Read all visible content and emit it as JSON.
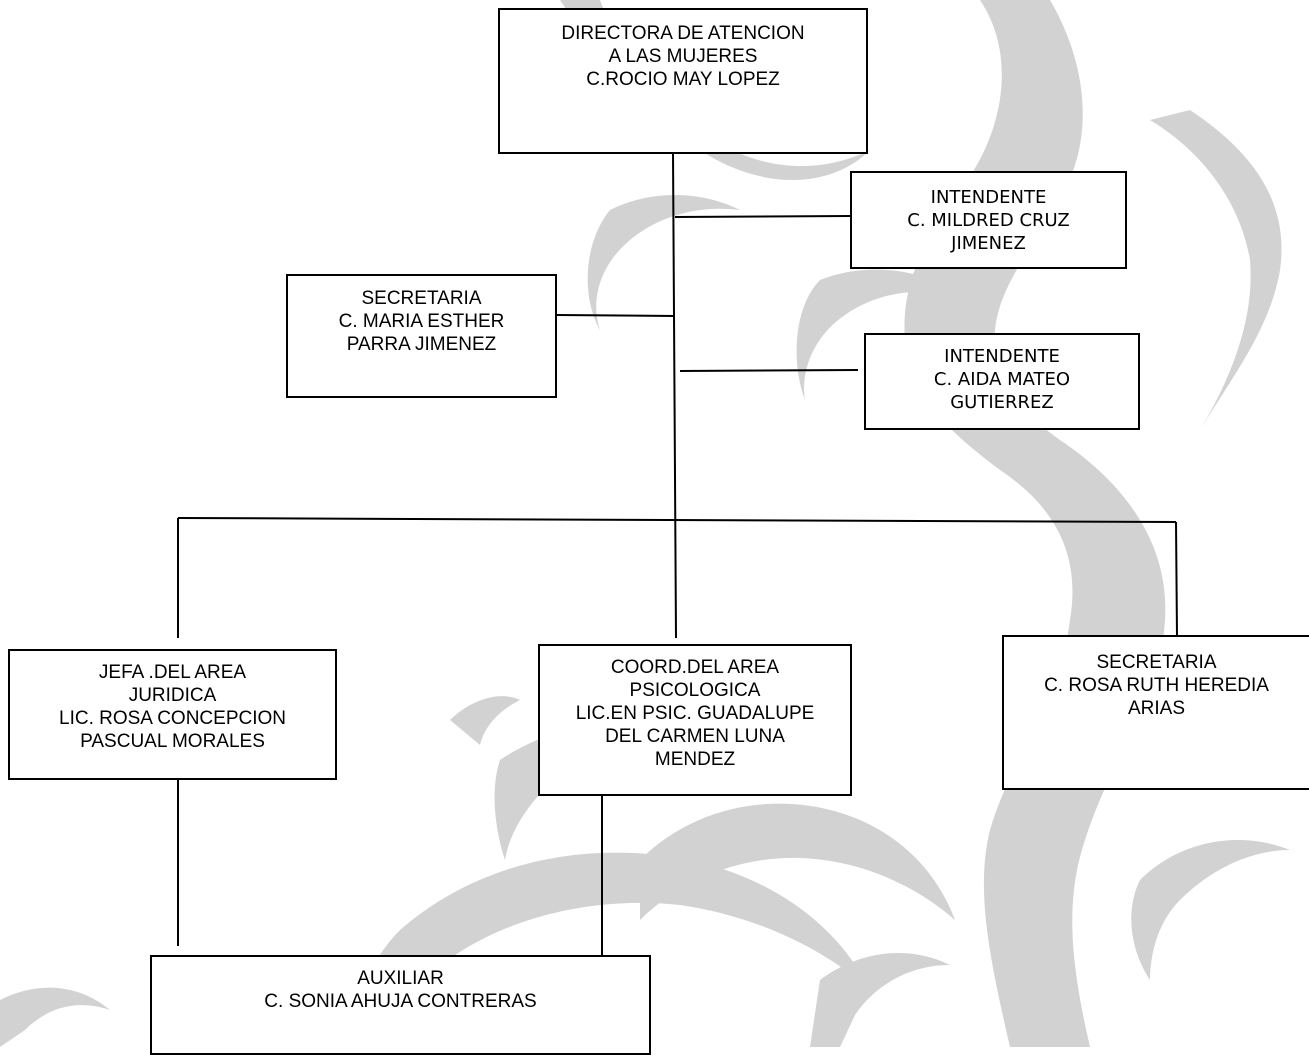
{
  "org_chart": {
    "director": {
      "lines": [
        "DIRECTORA DE ATENCION",
        "A LAS MUJERES",
        "C.ROCIO MAY LOPEZ"
      ]
    },
    "intendente_1": {
      "lines": [
        "INTENDENTE",
        "C. MILDRED CRUZ",
        "JIMENEZ"
      ]
    },
    "secretaria_1": {
      "lines": [
        "SECRETARIA",
        "C. MARIA ESTHER",
        "PARRA JIMENEZ"
      ]
    },
    "intendente_2": {
      "lines": [
        "INTENDENTE",
        "C. AIDA MATEO",
        "GUTIERREZ"
      ]
    },
    "juridica": {
      "lines": [
        "JEFA .DEL AREA",
        "JURIDICA",
        "LIC. ROSA CONCEPCION",
        "PASCUAL MORALES"
      ]
    },
    "psicologica": {
      "lines": [
        "COORD.DEL AREA",
        "PSICOLOGICA",
        "LIC.EN PSIC. GUADALUPE",
        "DEL CARMEN LUNA",
        "MENDEZ"
      ]
    },
    "secretaria_2": {
      "lines": [
        "SECRETARIA",
        "C. ROSA RUTH HEREDIA",
        "ARIAS"
      ]
    },
    "auxiliar": {
      "lines": [
        "AUXILIAR",
        "C. SONIA AHUJA CONTRERAS"
      ]
    }
  },
  "colors": {
    "border": "#000000",
    "text": "#000000",
    "watermark": "#cfcfcf"
  }
}
